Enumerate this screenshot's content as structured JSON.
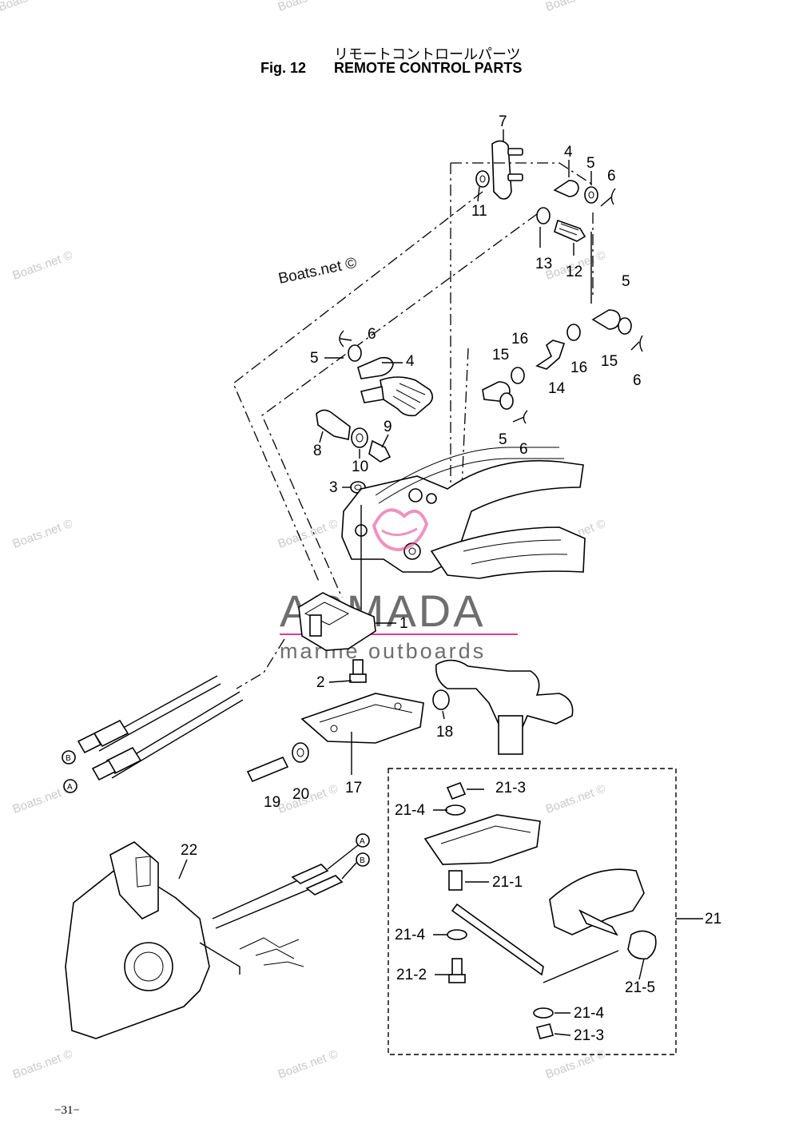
{
  "header": {
    "title_jp": "リモートコントロールパーツ",
    "fig_label": "Fig. 12",
    "title_en": "REMOTE CONTROL PARTS"
  },
  "watermark": {
    "text": "Boats.net ©",
    "brand_name": "ARMADA",
    "brand_sub": "marine outboards"
  },
  "callouts": [
    "7",
    "4",
    "5",
    "6",
    "11",
    "13",
    "12",
    "5",
    "15",
    "6",
    "16",
    "16",
    "15",
    "14",
    "6",
    "5",
    "4",
    "5",
    "6",
    "8",
    "10",
    "9",
    "3",
    "1",
    "2",
    "18",
    "17",
    "19",
    "20",
    "21-3",
    "21-4",
    "21-1",
    "21",
    "21-4",
    "21-2",
    "21-5",
    "21-4",
    "21-3",
    "22"
  ],
  "cable_labels": [
    "B",
    "A",
    "A",
    "B"
  ],
  "page_number": "−31−"
}
